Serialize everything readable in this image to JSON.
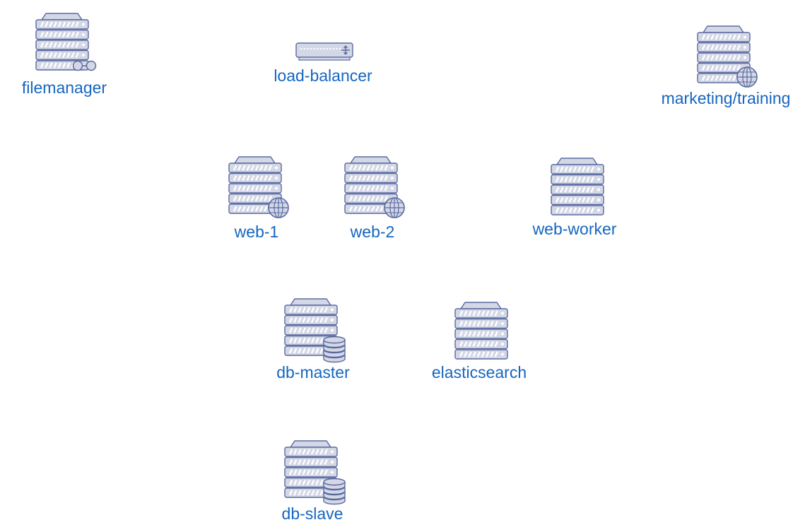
{
  "diagram": {
    "label_color": "#1566c0",
    "icon_fill": "#d4d8e6",
    "icon_stroke": "#5a6aa0",
    "icon_stripe": "#ffffff",
    "nodes": [
      {
        "id": "filemanager",
        "label": "filemanager",
        "icon": "server-storage-icon"
      },
      {
        "id": "load-balancer",
        "label": "load-balancer",
        "icon": "load-balancer-icon"
      },
      {
        "id": "marketing-training",
        "label": "marketing/training",
        "icon": "server-web-icon"
      },
      {
        "id": "web-1",
        "label": "web-1",
        "icon": "server-web-icon"
      },
      {
        "id": "web-2",
        "label": "web-2",
        "icon": "server-web-icon"
      },
      {
        "id": "web-worker",
        "label": "web-worker",
        "icon": "server-icon"
      },
      {
        "id": "db-master",
        "label": "db-master",
        "icon": "server-database-icon"
      },
      {
        "id": "elasticsearch",
        "label": "elasticsearch",
        "icon": "server-icon"
      },
      {
        "id": "db-slave",
        "label": "db-slave",
        "icon": "server-database-icon"
      }
    ]
  }
}
